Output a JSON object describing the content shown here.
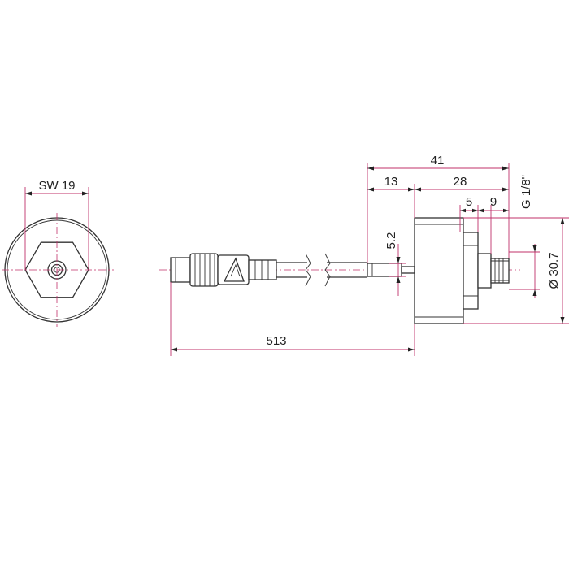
{
  "colors": {
    "outline": "#333333",
    "dimension_lines": "#c0306a",
    "text": "#222222",
    "background": "#ffffff"
  },
  "dimensions": {
    "wrench_size": "SW 19",
    "total_cable_length": "513",
    "overall_length": "41",
    "body_length": "28",
    "front_left_offset": "13",
    "thread_segment": "5",
    "thread_length": "9",
    "tail_diameter": "5.2",
    "body_diameter": "Ø 30.7",
    "thread_spec": "G 1/8\""
  }
}
